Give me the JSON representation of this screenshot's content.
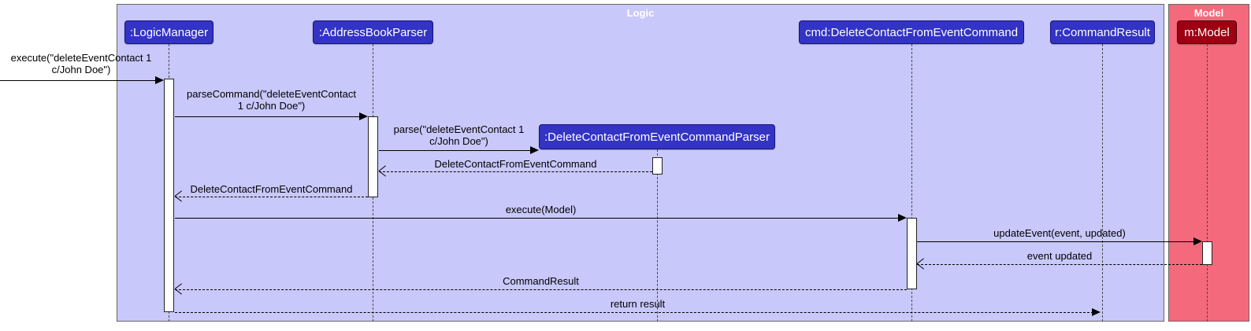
{
  "frames": {
    "logic": {
      "title": "Logic"
    },
    "model": {
      "title": "Model"
    }
  },
  "participants": {
    "logic_manager": ":LogicManager",
    "address_book_parser": ":AddressBookParser",
    "delete_contact_from_event_command_parser": ":DeleteContactFromEventCommandParser",
    "cmd_delete_contact_from_event_command": "cmd:DeleteContactFromEventCommand",
    "r_command_result": "r:CommandResult",
    "m_model": "m:Model"
  },
  "messages": {
    "execute_user": "execute(\"deleteEventContact 1\nc/John Doe\")",
    "parse_command": "parseCommand(\"deleteEventContact\n1 c/John Doe\")",
    "parse": "parse(\"deleteEventContact 1\nc/John Doe\")",
    "return_command_to_address_book_parser": "DeleteContactFromEventCommand",
    "return_command_to_logic_manager": "DeleteContactFromEventCommand",
    "execute_model": "execute(Model)",
    "update_event": "updateEvent(event, updated)",
    "event_updated": "event updated",
    "command_result": "CommandResult",
    "return_result": "return result"
  },
  "colors": {
    "logic_accent": "#3333C4",
    "model_accent": "#9D0012",
    "logic_frame_bg": "#C8C8FA",
    "model_frame_bg": "#F4697B"
  }
}
